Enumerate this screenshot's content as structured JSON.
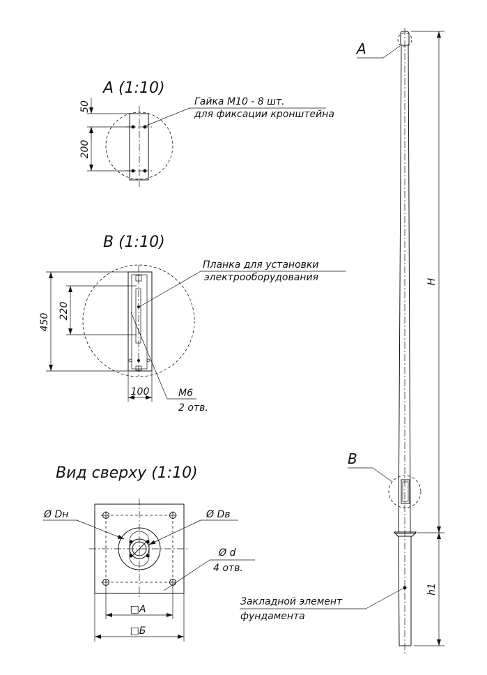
{
  "detail_a": {
    "title": "А (1:10)",
    "dim_top": "50",
    "dim_main": "200",
    "note_line1": "Гайка М10 - 8 шт.",
    "note_line2": "для фиксации кронштейна"
  },
  "detail_b": {
    "title": "В (1:10)",
    "dim_total": "450",
    "dim_slot": "220",
    "dim_width": "100",
    "note_line1": "Планка для установки",
    "note_line2": "электрооборудования",
    "bolt_label": "М6",
    "bolt_count": "2 отв."
  },
  "top_view": {
    "title": "Вид сверху (1:10)",
    "outer_dia": "Ø Dн",
    "inner_dia": "Ø Dв",
    "hole_dia": "Ø d",
    "hole_count": "4 отв.",
    "dim_inner": "□А",
    "dim_outer": "□Б"
  },
  "elevation": {
    "label_a": "А",
    "label_b": "В",
    "dim_h": "Н",
    "dim_h1": "h1",
    "note_line1": "Закладной элемент",
    "note_line2": "фундамента"
  }
}
